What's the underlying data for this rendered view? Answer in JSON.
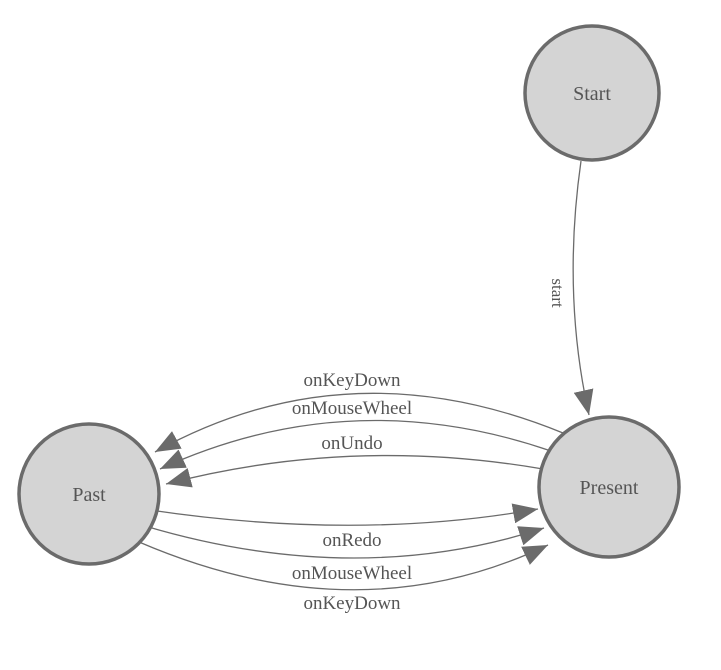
{
  "colors": {
    "background": "#ffffff",
    "node_fill": "#d4d4d4",
    "node_stroke": "#6b6b6b",
    "edge": "#6b6b6b",
    "text": "#555555"
  },
  "nodes": [
    {
      "id": "start",
      "label": "Start"
    },
    {
      "id": "past",
      "label": "Past"
    },
    {
      "id": "present",
      "label": "Present"
    }
  ],
  "edges": [
    {
      "from": "Start",
      "to": "Present",
      "label": "start"
    },
    {
      "from": "Present",
      "to": "Past",
      "label": "onKeyDown"
    },
    {
      "from": "Present",
      "to": "Past",
      "label": "onMouseWheel"
    },
    {
      "from": "Present",
      "to": "Past",
      "label": "onUndo"
    },
    {
      "from": "Past",
      "to": "Present",
      "label": "onRedo"
    },
    {
      "from": "Past",
      "to": "Present",
      "label": "onMouseWheel"
    },
    {
      "from": "Past",
      "to": "Present",
      "label": "onKeyDown"
    }
  ]
}
